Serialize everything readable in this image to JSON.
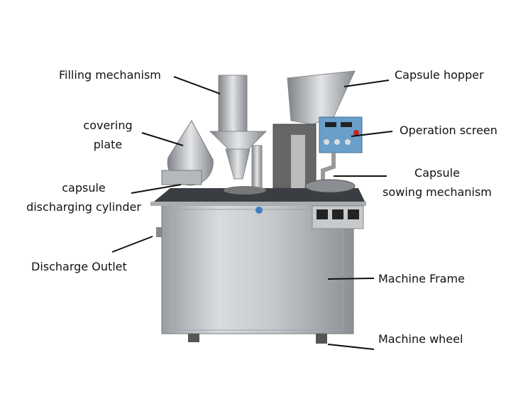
{
  "labels": {
    "filling_mechanism": "Filling mechanism",
    "capsule_hopper": "Capsule hopper",
    "covering_plate_1": "covering",
    "covering_plate_2": "plate",
    "operation_screen": "Operation screen",
    "capsule_sowing_1": "Capsule",
    "capsule_sowing_2": "sowing mechanism",
    "discharging_cylinder_1": "capsule",
    "discharging_cylinder_2": "discharging cylinder",
    "discharge_outlet": "Discharge Outlet",
    "machine_frame": "Machine Frame",
    "machine_wheel": "Machine wheel"
  }
}
